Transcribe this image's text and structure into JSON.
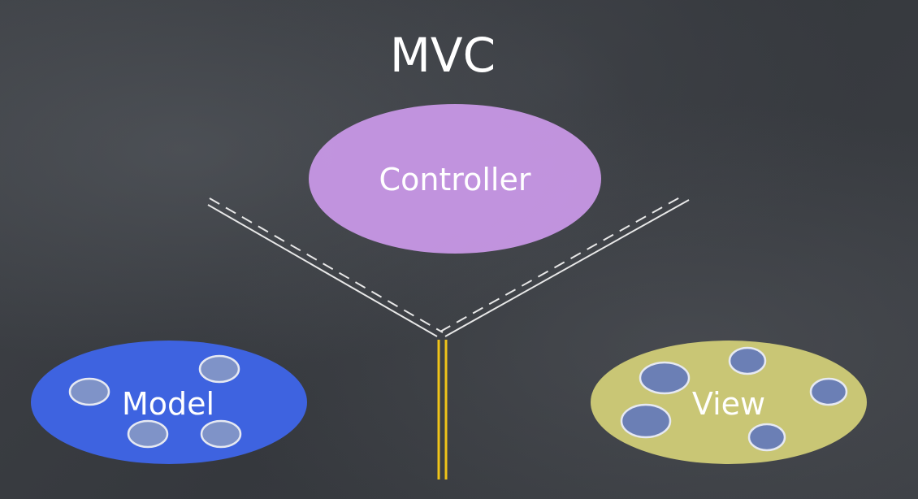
{
  "diagram": {
    "title": "MVC",
    "nodes": {
      "controller": {
        "label": "Controller",
        "color": "#c898e6"
      },
      "model": {
        "label": "Model",
        "color": "#3e63e0"
      },
      "view": {
        "label": "View",
        "color": "#c9c675"
      }
    },
    "line_colors": {
      "divider": "#e8e8e8",
      "double_line": "#f0c419"
    }
  }
}
